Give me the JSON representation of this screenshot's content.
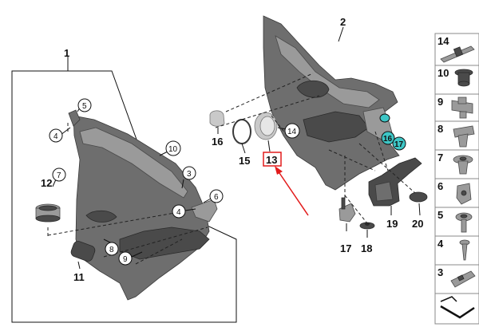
{
  "labels": {
    "n1": "1",
    "n2": "2",
    "n3": "3",
    "n4": "4",
    "n5": "5",
    "n6": "6",
    "n7": "7",
    "n8": "8",
    "n9": "9",
    "n10": "10",
    "n11": "11",
    "n12": "12",
    "n13": "13",
    "n14": "14",
    "n15": "15",
    "n16": "16",
    "n17": "17",
    "n18": "18",
    "n19": "19",
    "n20": "20"
  },
  "colors": {
    "highlight": "#e21b1b",
    "teal": "#3dc6c6",
    "panel": "#6e6e6e"
  },
  "legend": {
    "items": [
      {
        "number": "14",
        "icon": "pin-clip-icon"
      },
      {
        "number": "10",
        "icon": "plug-cap-icon"
      },
      {
        "number": "9",
        "icon": "sheet-clip-icon"
      },
      {
        "number": "8",
        "icon": "expanding-rivet-icon"
      },
      {
        "number": "7",
        "icon": "push-rivet-icon"
      },
      {
        "number": "6",
        "icon": "spreader-nut-icon"
      },
      {
        "number": "5",
        "icon": "flange-screw-icon"
      },
      {
        "number": "4",
        "icon": "screw-icon"
      },
      {
        "number": "3",
        "icon": "bracket-clip-icon"
      }
    ],
    "footer_icon": "return-arrow-icon"
  }
}
